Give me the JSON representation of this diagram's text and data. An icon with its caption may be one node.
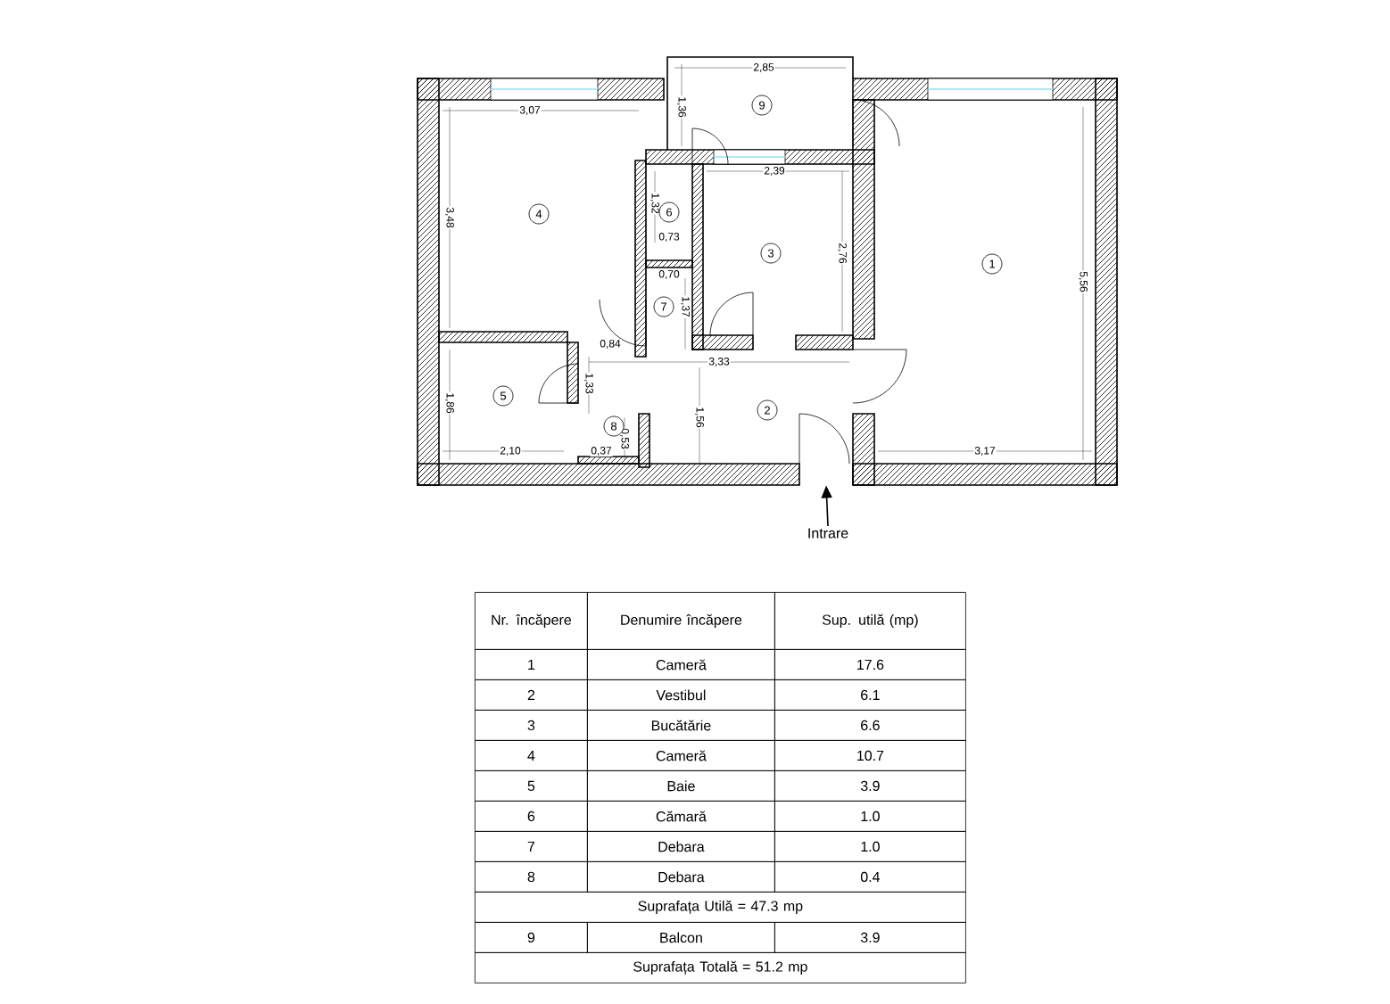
{
  "diagram": {
    "nodes": [
      {
        "text": [
          "9"
        ]
      },
      {
        "text": [
          "4"
        ]
      },
      {
        "text": [
          "6"
        ]
      },
      {
        "text": [
          "3"
        ]
      },
      {
        "text": [
          "1"
        ]
      },
      {
        "text": [
          "7"
        ]
      },
      {
        "text": [
          "5"
        ]
      },
      {
        "text": [
          "2"
        ]
      },
      {
        "text": [
          "8"
        ]
      },
      {
        "text": [
          "Intrare"
        ]
      },
      {
        "text": [],
        "shape": "door"
      }
    ],
    "edges": [
      {
        "from": 9,
        "to": 10,
        "arrow": "to"
      }
    ],
    "labels": [
      "3,07",
      "2,85",
      "1,36",
      "2,39",
      "3,48",
      "1,32",
      "0,73",
      "2,76",
      "5,56",
      "0,70",
      "1,37",
      "0,84",
      "3,33",
      "1,33",
      "1,86",
      "1,56",
      "2,10",
      "0,37",
      "0,53",
      "3,17",
      "Nr. încăpere",
      "Denumire încăpere",
      "Sup. utilă (mp)",
      "1",
      "Cameră",
      "17.6",
      "2",
      "Vestibul",
      "6.1",
      "3",
      "Bucătărie",
      "6.6",
      "4",
      "Cameră",
      "10.7",
      "5",
      "Baie",
      "3.9",
      "6",
      "Cămară",
      "1.0",
      "7",
      "Debara",
      "1.0",
      "8",
      "Debara",
      "0.4",
      "Suprafața Utilă = 47.3 mp",
      "9",
      "Balcon",
      "3.9",
      "Suprafața Totală = 51.2 mp"
    ]
  }
}
